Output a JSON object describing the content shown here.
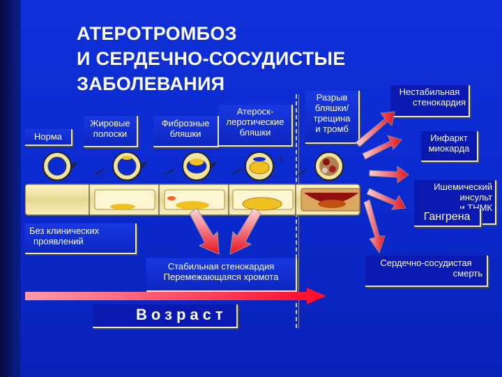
{
  "title": {
    "line1": "АТЕРОТРОМБОЗ",
    "line2": "И СЕРДЕЧНО-СОСУДИСТЫЕ",
    "line3": "ЗАБОЛЕВАНИЯ"
  },
  "stages": {
    "norm": "Норма",
    "fatty_1": "Жировые",
    "fatty_2": "полоски",
    "fibrous_1": "Фиброзные",
    "fibrous_2": "бляшки",
    "athero_1": "Атероск-",
    "athero_2": "леротические",
    "athero_3": "бляшки",
    "rupture_1": "Разрыв",
    "rupture_2": "бляшки/",
    "rupture_3": "трещина",
    "rupture_4": "и тромб"
  },
  "outcomes": {
    "unstable_1": "Нестабильная",
    "unstable_2": "стенокардия",
    "infarct_1": "Инфаркт",
    "infarct_2": "миокарда",
    "stroke_1": "Ишемический",
    "stroke_2": "инсульт",
    "stroke_3": "и ТНМК",
    "gangrene": "Гангрена",
    "death_1": "Сердечно-сосудистая",
    "death_2": "смерть"
  },
  "clinical": {
    "none_1": "Без клинических",
    "none_2": "проявлений",
    "stable_1": "Стабильная стенокардия",
    "stable_2": "Перемежающаяся  хромота"
  },
  "age_label": "Возраст",
  "colors": {
    "background": "#0b2bd0",
    "arrow_red": "#e8101e",
    "box_border": "#e8e8e8",
    "vessel_wall": "#f0e4a0",
    "plaque": "#f0c020"
  }
}
